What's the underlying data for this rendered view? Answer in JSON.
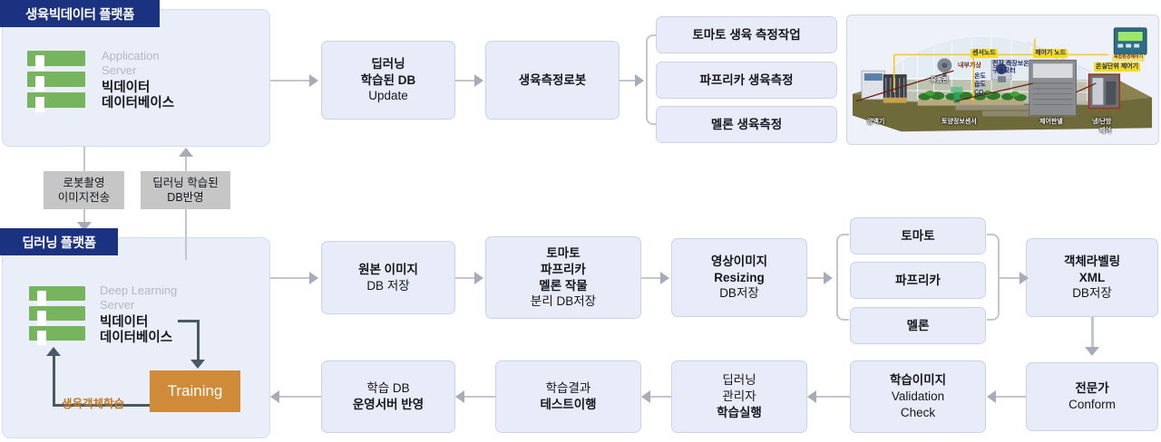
{
  "diagram": {
    "platforms": [
      {
        "id": "growth-bigdata-platform",
        "title": "생육빅데이터 플랫폼",
        "server_sub": "Application\nServer",
        "server_sub_l1": "Application",
        "server_sub_l2": "Server",
        "server_main_l1": "빅데이터",
        "server_main_l2": "데이터베이스"
      },
      {
        "id": "deep-learning-platform",
        "title": "딥러닝 플랫폼",
        "server_sub_l1": "Deep Learning",
        "server_sub_l2": "Server",
        "server_main_l1": "빅데이터",
        "server_main_l2": "데이터베이스",
        "training_label": "Training",
        "training_caption": "생육객체학습"
      }
    ],
    "flow_tags": [
      {
        "id": "robot-capture-tag",
        "line1": "로봇촬영",
        "line2": "이미지전송"
      },
      {
        "id": "deep-learning-db-tag",
        "line1": "딥러닝 학습된",
        "line2": "DB반영"
      }
    ],
    "top_flow": [
      {
        "id": "dl-db-update",
        "lines": [
          {
            "text": "딥러닝",
            "bold": true
          },
          {
            "text": "학습된 DB",
            "bold": true
          },
          {
            "text": "Update",
            "bold": false
          }
        ]
      },
      {
        "id": "growth-measure-robot",
        "lines": [
          {
            "text": "생육측정로봇",
            "bold": true
          }
        ]
      }
    ],
    "top_branch": [
      {
        "id": "tomato-growth-task",
        "lines": [
          {
            "text": "토마토 생육 측정작업",
            "bold": true
          }
        ]
      },
      {
        "id": "paprika-growth-measure",
        "lines": [
          {
            "text": "파프리카 생육측정",
            "bold": true
          }
        ]
      },
      {
        "id": "melon-growth-measure",
        "lines": [
          {
            "text": "멜론 생육측정",
            "bold": true
          }
        ]
      }
    ],
    "bottom_flow_row1": [
      {
        "id": "original-image-db",
        "lines": [
          {
            "text": "원본 이미지",
            "bold": true
          },
          {
            "text": "DB 저장",
            "bold": false
          }
        ]
      },
      {
        "id": "crop-split-db",
        "lines": [
          {
            "text": "토마토",
            "bold": true
          },
          {
            "text": "파프리카",
            "bold": true
          },
          {
            "text": "멜론 작물",
            "bold": true
          },
          {
            "text": "분리 DB저장",
            "bold": false
          }
        ]
      },
      {
        "id": "image-resizing-db",
        "lines": [
          {
            "text": "영상이미지",
            "bold": true
          },
          {
            "text": "Resizing",
            "bold": true
          },
          {
            "text": "DB저장",
            "bold": false
          }
        ]
      }
    ],
    "bottom_branch": [
      {
        "id": "crop-tomato",
        "lines": [
          {
            "text": "토마토",
            "bold": true
          }
        ]
      },
      {
        "id": "crop-paprika",
        "lines": [
          {
            "text": "파프리카",
            "bold": true
          }
        ]
      },
      {
        "id": "crop-melon",
        "lines": [
          {
            "text": "멜론",
            "bold": true
          }
        ]
      }
    ],
    "bottom_flow_row1_end": {
      "id": "object-labeling-xml",
      "lines": [
        {
          "text": "객체라벨링",
          "bold": true
        },
        {
          "text": "XML",
          "bold": true
        },
        {
          "text": "DB저장",
          "bold": false
        }
      ]
    },
    "bottom_flow_row2": [
      {
        "id": "expert-conform",
        "lines": [
          {
            "text": "전문가",
            "bold": true
          },
          {
            "text": "Conform",
            "bold": false
          }
        ]
      },
      {
        "id": "training-image-validation",
        "lines": [
          {
            "text": "학습이미지",
            "bold": true
          },
          {
            "text": "Validation",
            "bold": false
          },
          {
            "text": "Check",
            "bold": false
          }
        ]
      },
      {
        "id": "dl-manager-train",
        "lines": [
          {
            "text": "딥러닝",
            "bold": false
          },
          {
            "text": "관리자",
            "bold": false
          },
          {
            "text": "학습실행",
            "bold": true
          }
        ]
      },
      {
        "id": "train-result-test",
        "lines": [
          {
            "text": "학습결과",
            "bold": false
          },
          {
            "text": "테스트이행",
            "bold": true
          }
        ]
      },
      {
        "id": "train-db-deploy",
        "lines": [
          {
            "text": "학습 DB",
            "bold": false
          },
          {
            "text": "운영서버 반영",
            "bold": true
          }
        ]
      }
    ],
    "greenhouse": {
      "id": "greenhouse-illustration",
      "labels": [
        {
          "id": "sensor-node-label",
          "text": "센서노드"
        },
        {
          "id": "controller-node-label",
          "text": "제어기 노드"
        },
        {
          "id": "greenhouse-unit-controller-label",
          "text": "온실단위 제어기"
        },
        {
          "id": "env-monitor-device-label",
          "text": "복합환경제어기"
        }
      ],
      "inner_texts": [
        {
          "id": "internal-weather-text",
          "text": "내부기상"
        },
        {
          "id": "ceiling-insulation-text",
          "line1": "천장,측장보온",
          "line2": "구동모터"
        },
        {
          "id": "temp-text",
          "text": "온도"
        },
        {
          "id": "humidity-text",
          "text": "습도"
        },
        {
          "id": "co2-text",
          "text": "CO₂"
        },
        {
          "id": "circulation-fan-text",
          "text": "유동팬"
        }
      ],
      "ground_captions": [
        {
          "id": "nutrient-machine-caption",
          "text": "양액기"
        },
        {
          "id": "soil-sensor-caption",
          "text": "토양정보센서"
        },
        {
          "id": "control-panel-caption",
          "text": "제어판넬"
        },
        {
          "id": "hvac-caption-l1",
          "text": "냉/난방"
        },
        {
          "id": "hvac-caption-l2",
          "text": "제어"
        }
      ]
    },
    "colors": {
      "panel_title_bg": "#1b3281",
      "panel_bg": "#eaeef9",
      "node_bg": "#e8ecf8",
      "node_border": "#c9d2e8",
      "server_green": "#76b45e",
      "tag_bg": "#c6c6c6",
      "training_bg": "#d08b38",
      "training_caption": "#c07a28",
      "connector": "#c3c6cf",
      "connector_dark": "#4a5965",
      "greenhouse_label": "#f7dc1e"
    }
  }
}
